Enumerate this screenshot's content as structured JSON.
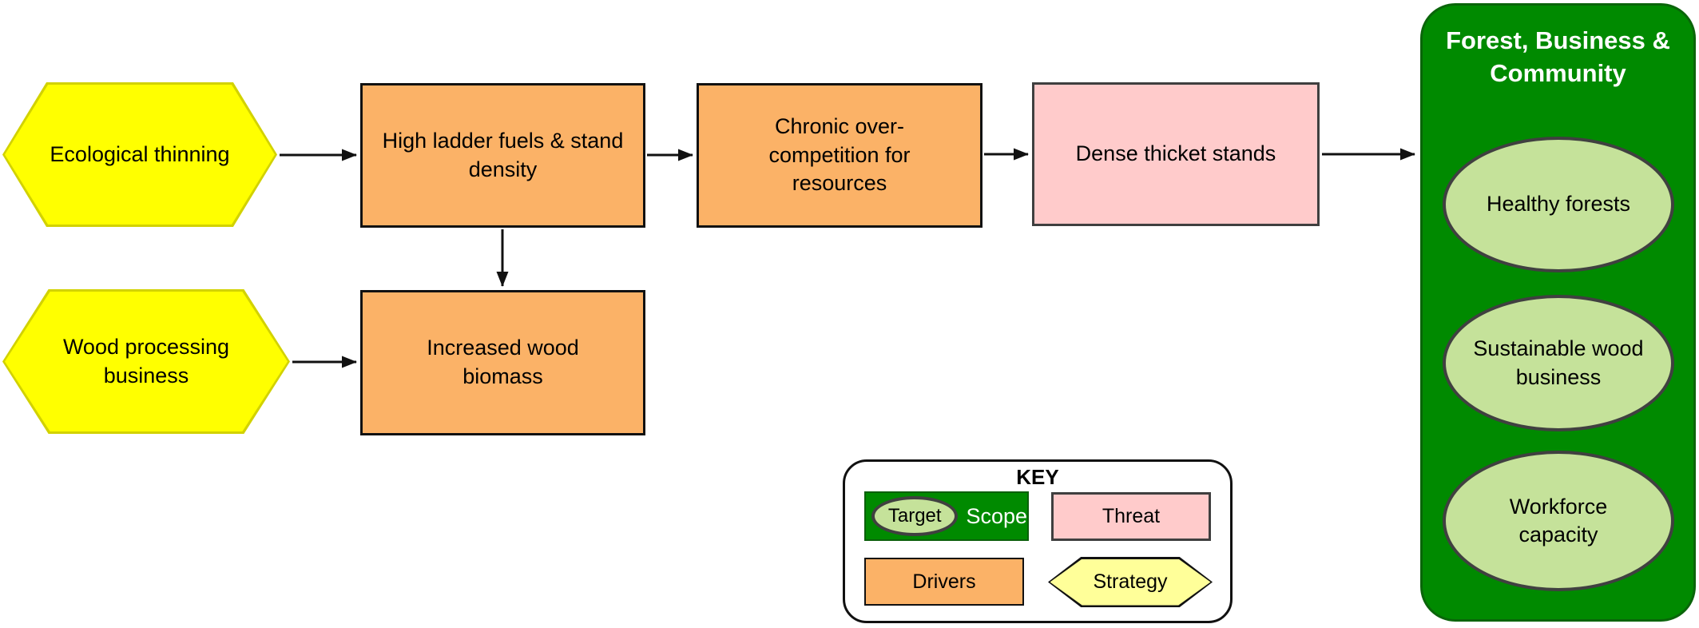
{
  "diagram": {
    "strategies": [
      {
        "label": "Ecological thinning"
      },
      {
        "label": "Wood processing business"
      }
    ],
    "drivers": [
      {
        "label": "High ladder fuels & stand density"
      },
      {
        "label": "Chronic over-competition for resources"
      },
      {
        "label": "Increased wood biomass"
      }
    ],
    "threat": {
      "label": "Dense thicket stands"
    },
    "scope": {
      "title": "Forest, Business & Community",
      "targets": [
        {
          "label": "Healthy forests"
        },
        {
          "label": "Sustainable wood business"
        },
        {
          "label": "Workforce capacity"
        }
      ]
    },
    "key": {
      "title": "KEY",
      "target_label": "Target",
      "scope_label": "Scope",
      "threat_label": "Threat",
      "drivers_label": "Drivers",
      "strategy_label": "Strategy"
    },
    "colors": {
      "strategy_fill": "#FFFF00",
      "strategy_border": "#D2D200",
      "strategy_key_fill": "#FFFF99",
      "driver_fill": "#FBB267",
      "threat_fill": "#FFCBCB",
      "scope_fill": "#008A00",
      "target_fill": "#C5E29A",
      "arrow": "#111111"
    }
  }
}
